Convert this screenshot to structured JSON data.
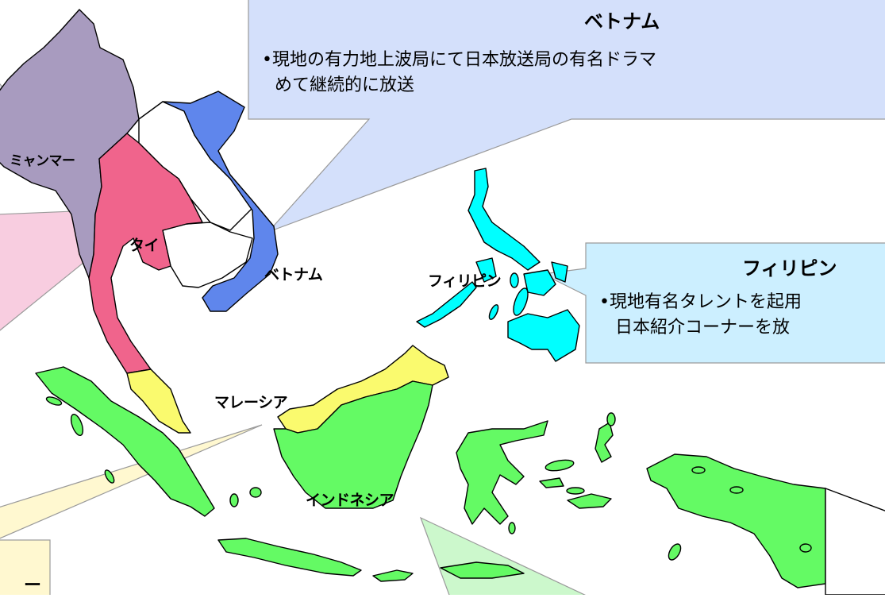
{
  "colors": {
    "myanmar": "#a89bbf",
    "thailand": "#f0648c",
    "vietnam": "#5f86ec",
    "laos_cambodia": "#ffffff",
    "malaysia": "#fafa6e",
    "indonesia": "#64fa64",
    "philippines": "#00ffff",
    "vietnam_box": "#d4e0fb",
    "philippines_box": "#ccefff",
    "thailand_box": "#f8cde0",
    "myanmar_box": "#e4e0ee",
    "malaysia_box": "#fff8d0",
    "indonesia_box": "#ccf8cc"
  },
  "labels": {
    "myanmar": "ミャンマー",
    "thailand": "タイ",
    "vietnam": "ベトナム",
    "philippines": "フィリピン",
    "malaysia": "マレーシア",
    "indonesia": "インドネシア"
  },
  "callouts": {
    "vietnam": {
      "title": "ベトナム",
      "line1": "•現地の有力地上波局にて日本放送局の有名ドラマ",
      "line2": "めて継続的に放送"
    },
    "philippines": {
      "title": "フィリピン",
      "line1": "•現地有名タレントを起用",
      "line2": "日本紹介コーナーを放"
    },
    "bottom_left_fragment": "ー"
  }
}
